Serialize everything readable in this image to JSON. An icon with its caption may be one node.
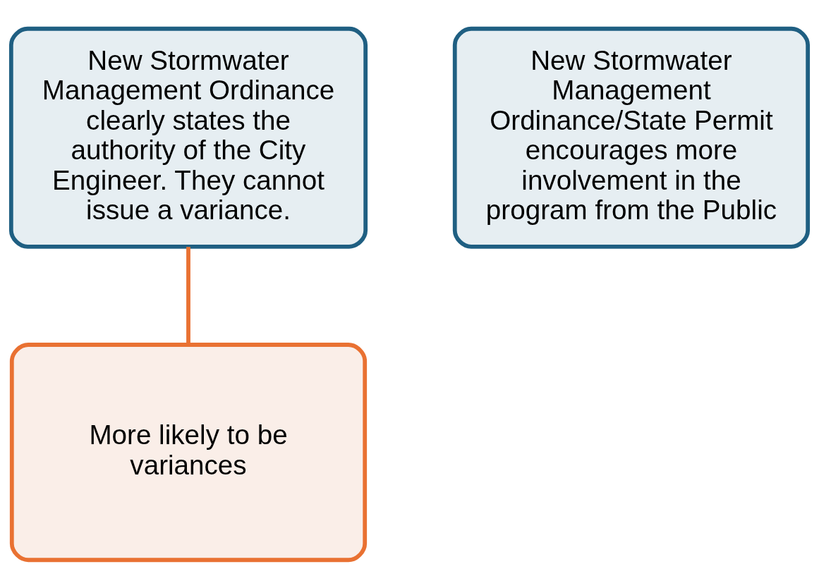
{
  "diagram": {
    "nodes": [
      {
        "text": [
          "New Stormwater Management Ordinance clearly states the authority of the City Engineer. They cannot issue a variance."
        ]
      },
      {
        "text": [
          "New Stormwater Management Ordinance/State Permit encourages more involvement in the program from the Public"
        ]
      },
      {
        "text": [
          "More likely to be variances"
        ]
      }
    ],
    "edges": [
      {
        "from": 0,
        "to": 2,
        "arrow": "none",
        "color": "#e97132"
      }
    ]
  }
}
